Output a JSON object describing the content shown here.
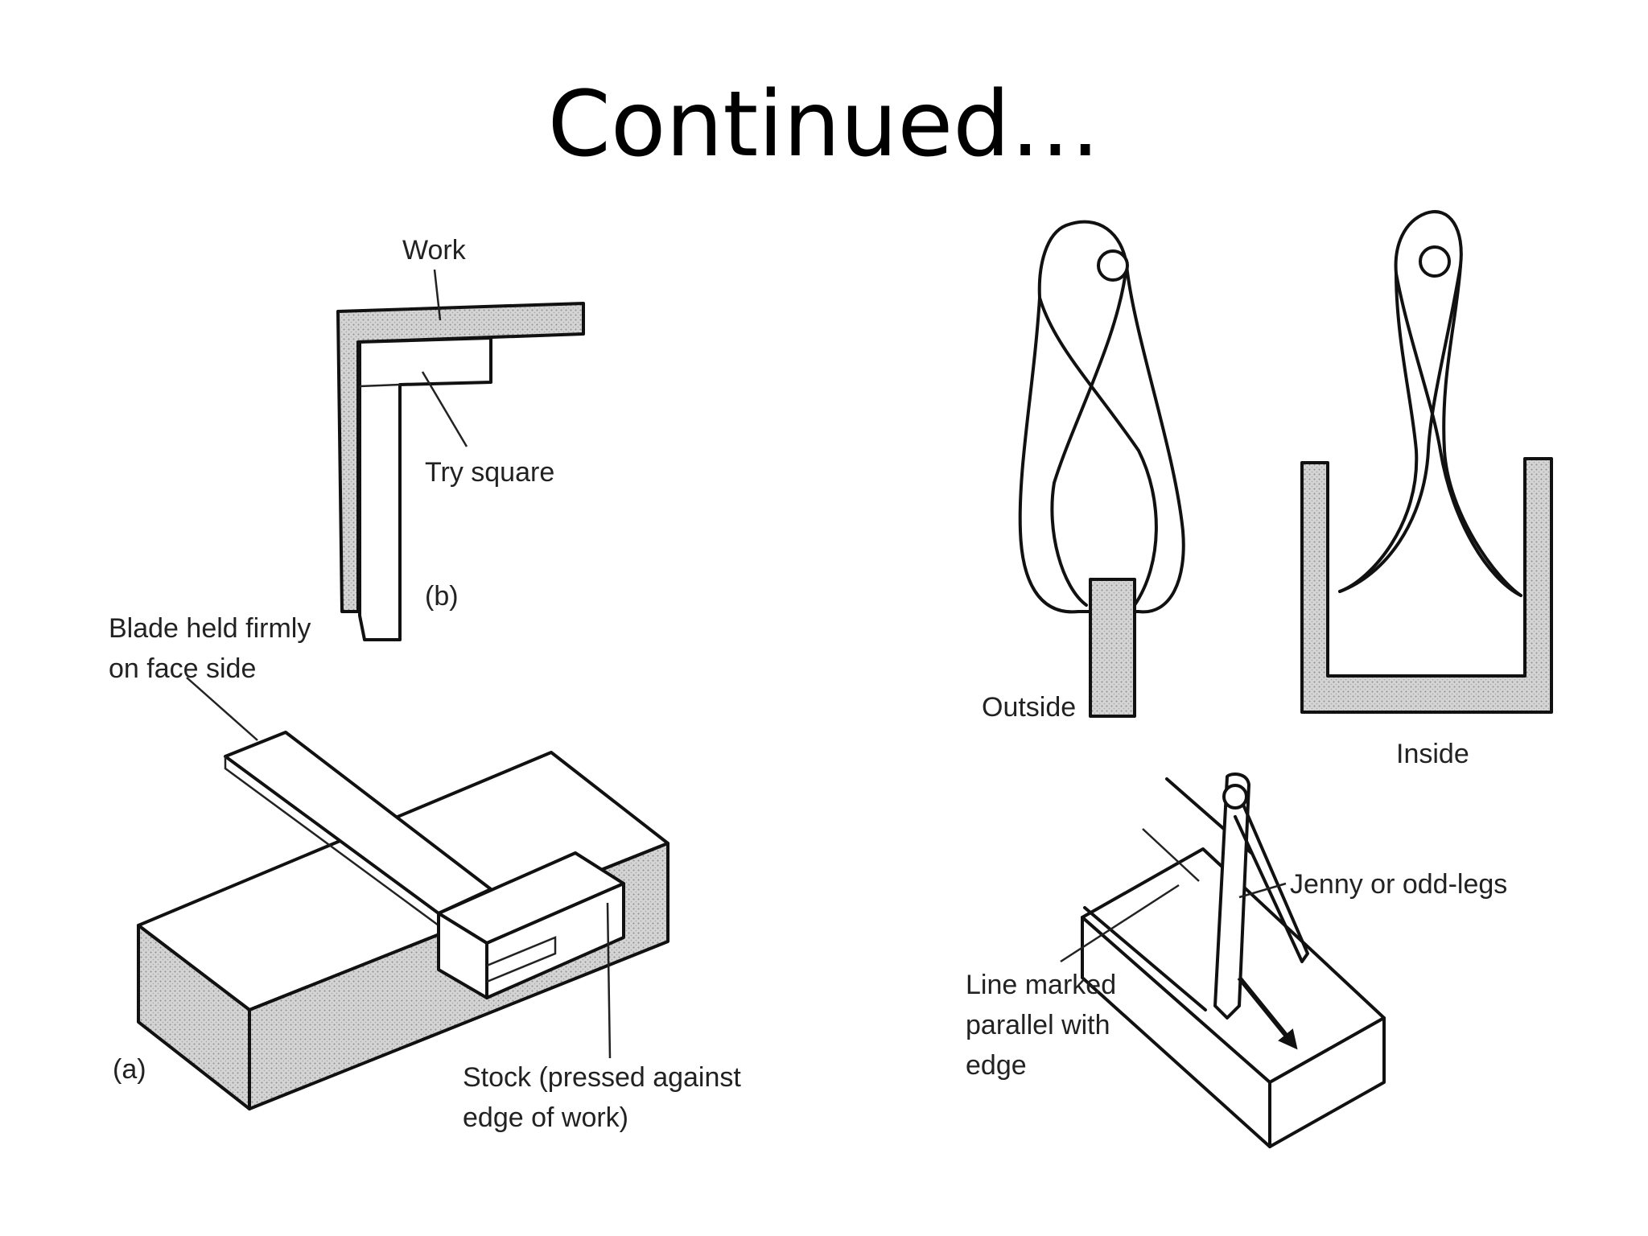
{
  "title": "Continued…",
  "labels": {
    "work": "Work",
    "try_square": "Try square",
    "b": "(b)",
    "blade_1": "Blade held firmly",
    "blade_2": "on face side",
    "a": "(a)",
    "stock_1": "Stock (pressed against",
    "stock_2": "edge of work)",
    "outside": "Outside",
    "inside": "Inside",
    "jenny": "Jenny or odd-legs",
    "line_1": "Line marked",
    "line_2": "parallel with",
    "line_3": "edge"
  }
}
